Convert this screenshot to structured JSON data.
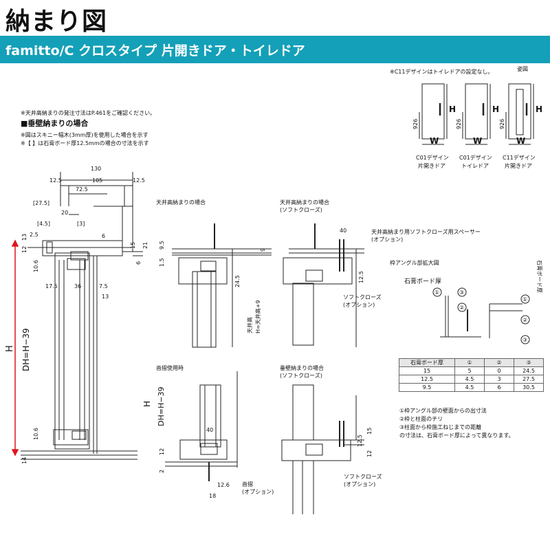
{
  "page": {
    "title": "納まり図",
    "subtitle": "famitto/C クロスタイプ 片開きドア・トイレドア"
  },
  "notes": {
    "ceiling_ref": "※天井高納まりの発注寸法はP.461をご確認ください。",
    "section_heading": "■垂壁納まりの場合",
    "skinny_note": "※図はスキニー幅木(3mm厚)を使用した場合を示す",
    "bracket_note": "※【 】は石膏ボード厚12.5mmの場合の寸法を示す"
  },
  "figures": {
    "c11_note": "※C11デザインはトイレドアの設定なし。",
    "heading": "姿図",
    "items": [
      {
        "code": "C01デザイン",
        "type": "片開きドア",
        "height_label": "H",
        "width_label": "W",
        "dim": "926"
      },
      {
        "code": "C01デザイン",
        "type": "トイレドア",
        "height_label": "H",
        "width_label": "W",
        "dim": "926"
      },
      {
        "code": "C11デザイン",
        "type": "片開きドア",
        "height_label": "H",
        "width_label": "W",
        "dim": "926"
      }
    ]
  },
  "main_section": {
    "dims_top": [
      "130",
      "12.5",
      "105",
      "12.5",
      "72.5",
      "[27.5]",
      "20",
      "[4.5]",
      "[3]",
      "2.5"
    ],
    "dims_right": [
      "6",
      "21",
      "15",
      "6"
    ],
    "dims_left": [
      "13",
      "12",
      "10.6"
    ],
    "dims_inner": [
      "17.5",
      "36",
      "7.5",
      "13"
    ],
    "dims_bottom": [
      "10.6",
      "14"
    ],
    "height_label": "H",
    "door_height_label": "DH=H−39"
  },
  "details": {
    "ceiling": {
      "title": "天井高納まりの場合",
      "dims": [
        "9.5",
        "1.5",
        "24.5",
        "9"
      ],
      "note_a": "天井高",
      "note_b": "H=天井高+9"
    },
    "ceiling_soft": {
      "title": "天井高納まりの場合",
      "subtitle": "(ソフトクローズ)",
      "dims": [
        "40",
        "12.5"
      ],
      "callout": "ソフトクローズ",
      "callout_sub": "(オプション)"
    },
    "spacer": {
      "title": "天井高納まり用ソフトクローズ用スペーサー",
      "subtitle": "(オプション)"
    },
    "enlarge": {
      "title": "枠アングル部拡大図",
      "board_label": "石膏ボード厚",
      "board_label_v": "石膏ボード厚",
      "marks": [
        "①",
        "②",
        "③"
      ]
    },
    "threshold": {
      "title": "沓摺使用時",
      "dims": [
        "40",
        "12",
        "2",
        "12.6",
        "18"
      ],
      "height_label": "H",
      "door_height_label": "DH=H−39",
      "callout": "沓摺",
      "callout_sub": "(オプション)"
    },
    "wall_soft": {
      "title": "垂壁納まりの場合",
      "subtitle": "(ソフトクローズ)",
      "dims": [
        "15",
        "12.5",
        "12"
      ],
      "callout": "ソフトクローズ",
      "callout_sub": "(オプション)"
    }
  },
  "board_table": {
    "headers": [
      "石膏ボード厚",
      "①",
      "②",
      "③"
    ],
    "rows": [
      [
        "15",
        "5",
        "0",
        "24.5"
      ],
      [
        "12.5",
        "4.5",
        "3",
        "27.5"
      ],
      [
        "9.5",
        "4.5",
        "6",
        "30.5"
      ]
    ]
  },
  "legend": [
    "①枠アングル部の壁面からの出寸法",
    "②枠と柱面のチリ",
    "③柱面から枠施工ねじまでの距離",
    "の寸法は、石膏ボード厚によって異なります。"
  ],
  "colors": {
    "band": "#14a0b8",
    "red_dim": "#e0141e"
  }
}
